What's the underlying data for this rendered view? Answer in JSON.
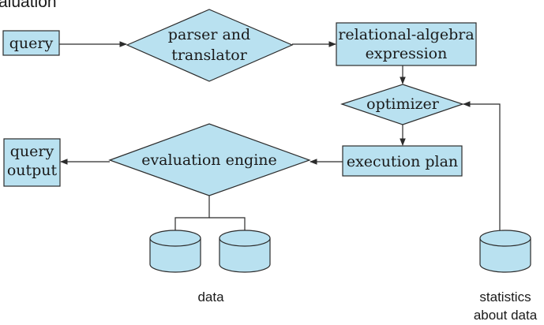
{
  "heading": "aluation",
  "nodes": {
    "query": "query",
    "parser_line1": "parser and",
    "parser_line2": "translator",
    "relalg_line1": "relational-algebra",
    "relalg_line2": "expression",
    "optimizer": "optimizer",
    "execution_plan": "execution plan",
    "evaluation_engine": "evaluation engine",
    "output_line1": "query",
    "output_line2": "output",
    "data": "data",
    "stats_line1": "statistics",
    "stats_line2": "about data"
  },
  "colors": {
    "fill": "#b9e1f0",
    "stroke": "#2b2b2b"
  }
}
